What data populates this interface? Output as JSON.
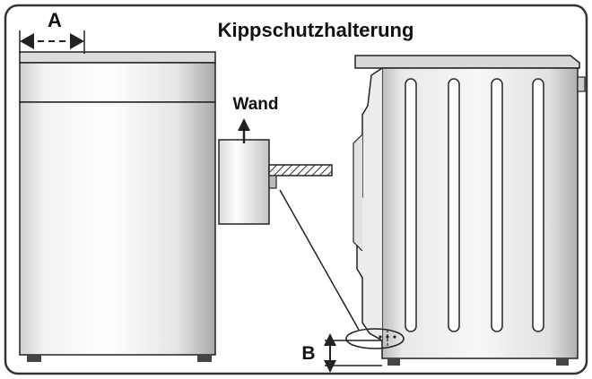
{
  "title": "Kippschutzhalterung",
  "labels": {
    "a": "A",
    "b": "B",
    "wall": "Wand"
  },
  "colors": {
    "outline": "#222222",
    "frame": "#333333",
    "cabinet_light": "#f4f4f4",
    "cabinet_mid": "#d6d6d6",
    "cabinet_dark": "#9a9a9a",
    "background": "#ffffff"
  }
}
